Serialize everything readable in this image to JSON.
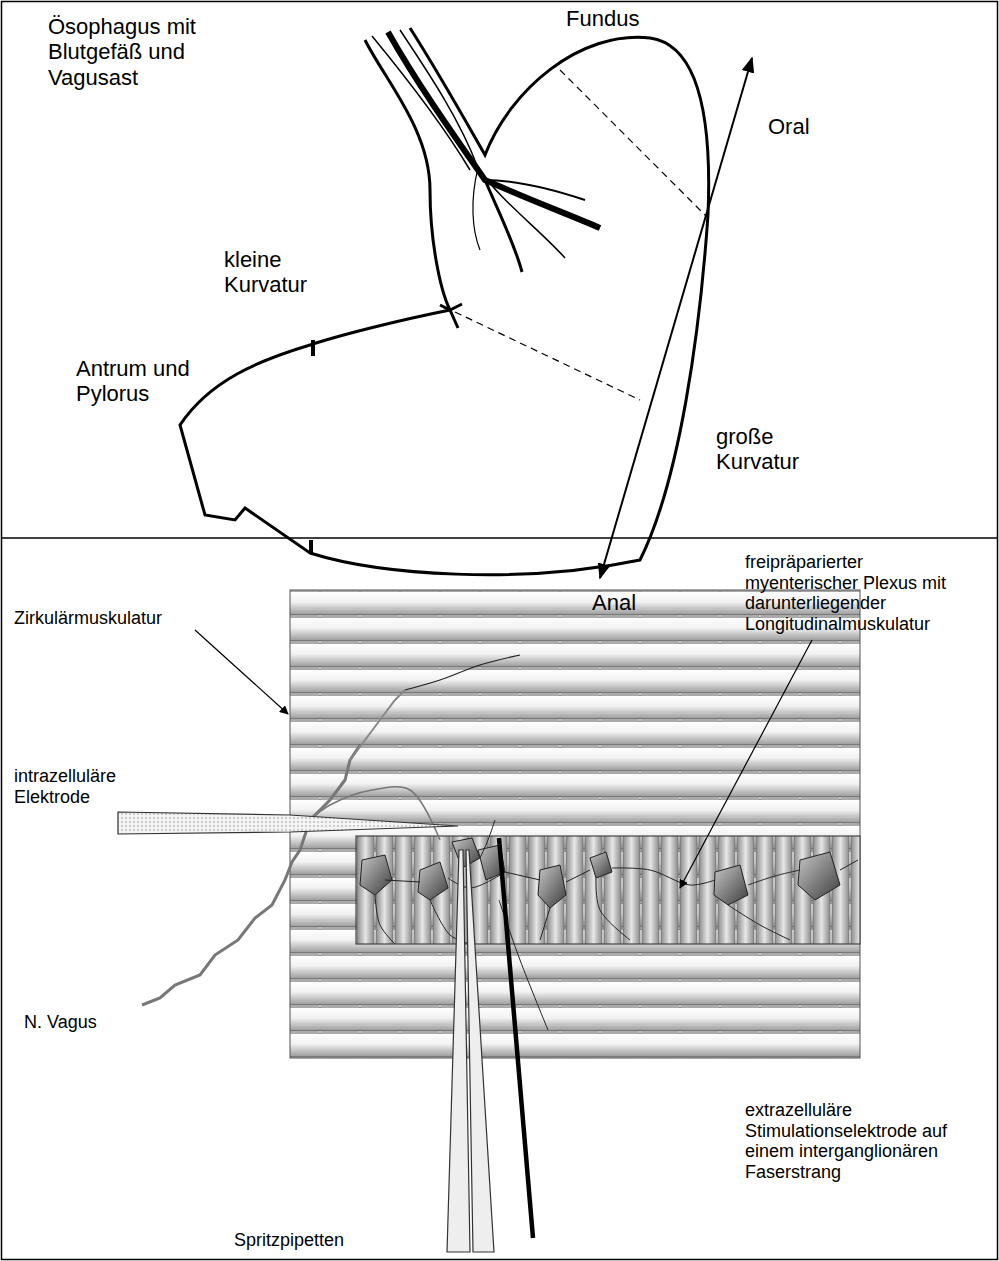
{
  "diagram": {
    "labels": [
      "Ösophagus mit Blutgefäß und Vagusast",
      "Fundus",
      "Oral",
      "kleine Kurvatur",
      "Antrum und Pylorus",
      "große Kurvatur",
      "Anal",
      "Zirkulärmuskulatur",
      "freipräparierter myenterischer Plexus mit darunterliegender Longitudinalmuskulatur",
      "intrazelluläre Elektrode",
      "N. Vagus",
      "Spritzpipetten",
      "extrazelluläre Stimulationselektrode auf einem interganglionären Faserstrang"
    ]
  }
}
